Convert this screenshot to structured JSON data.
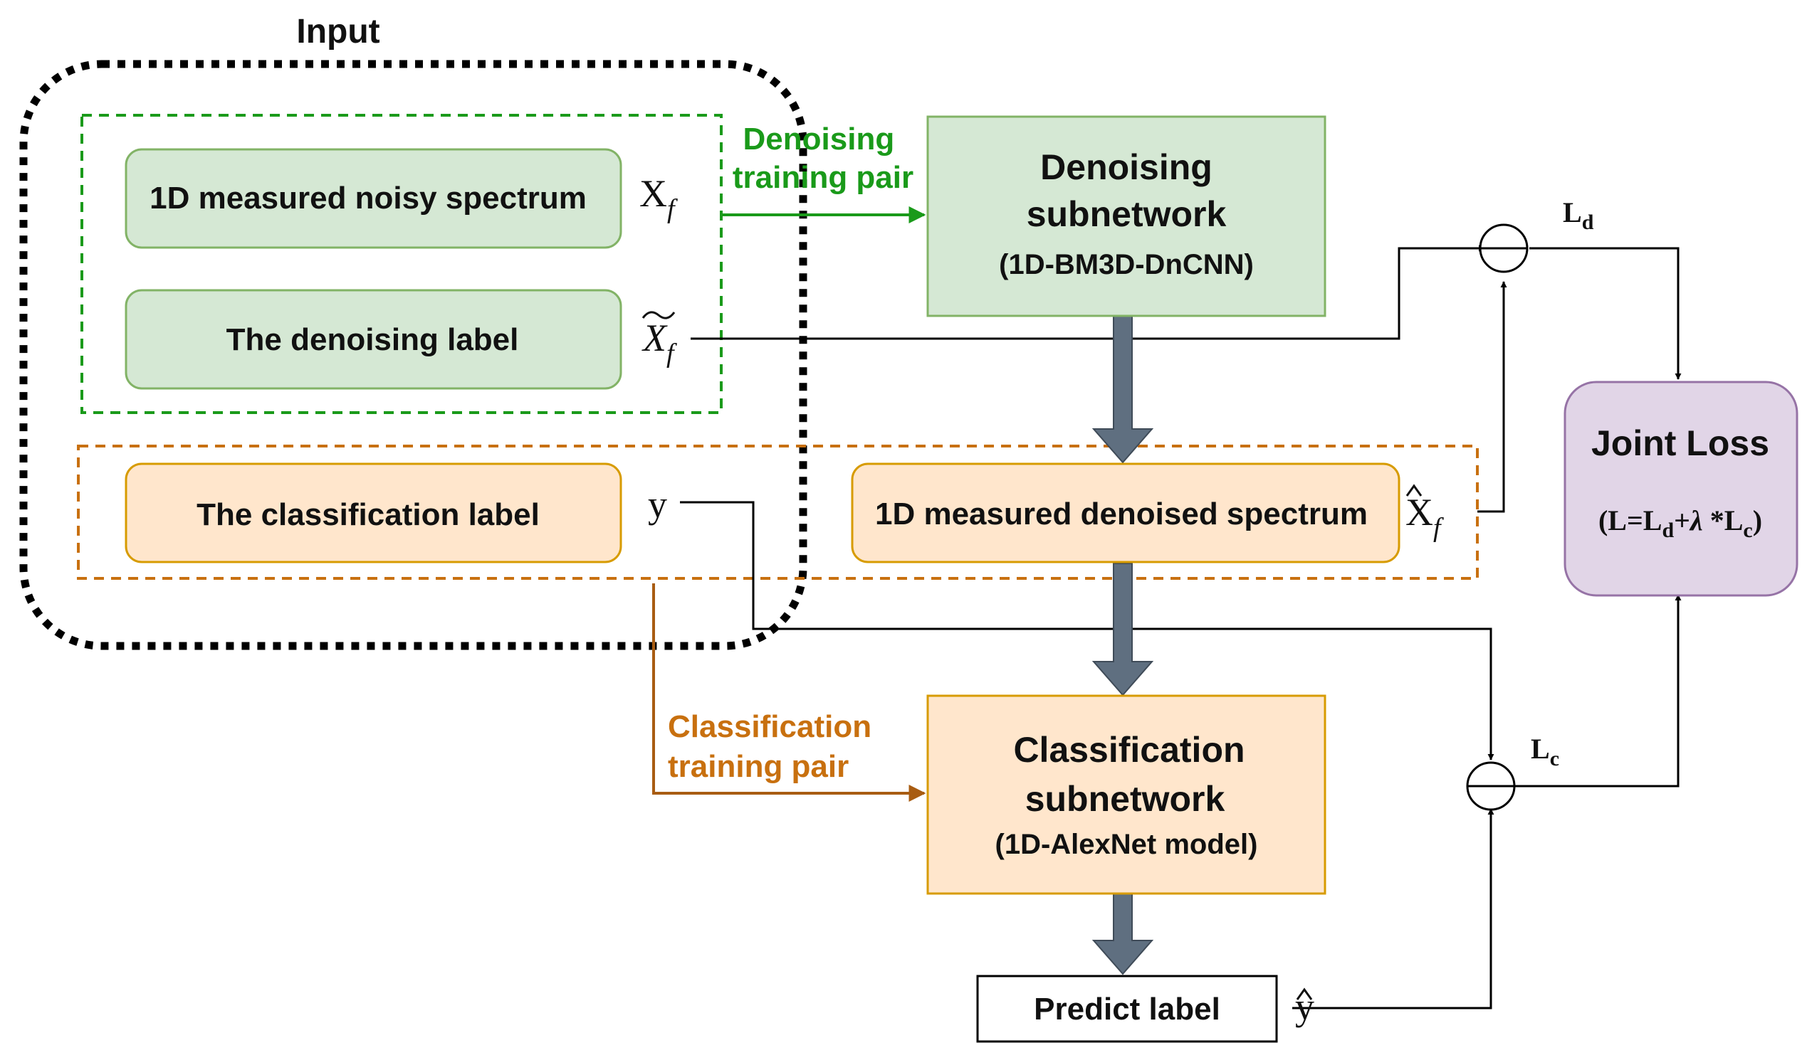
{
  "input_group": {
    "title": "Input"
  },
  "denoising_pair_label": [
    "Denoising",
    "training pair"
  ],
  "classification_pair_label": [
    "Classification",
    "training pair"
  ],
  "noisy_spectrum": {
    "label": "1D measured noisy spectrum",
    "symbol": "X",
    "subscript": "f"
  },
  "denoising_label": {
    "label": "The denoising label",
    "symbol": "X",
    "subscript": "f"
  },
  "classification_label": {
    "label": "The classification label",
    "symbol": "y"
  },
  "denoised_spectrum": {
    "label": "1D measured denoised spectrum",
    "symbol": "X",
    "subscript": "f"
  },
  "denoising_subnetwork": {
    "title_line1": "Denoising",
    "title_line2": "subnetwork",
    "model": "(1D-BM3D-DnCNN)"
  },
  "classification_subnetwork": {
    "title_line1": "Classification",
    "title_line2": "subnetwork",
    "model": "(1D-AlexNet model)"
  },
  "predict_label": {
    "label": "Predict label",
    "symbol": "y"
  },
  "loss_d": {
    "symbol": "L",
    "subscript": "d"
  },
  "loss_c": {
    "symbol": "L",
    "subscript": "c"
  },
  "joint_loss": {
    "title": "Joint Loss",
    "formula_open": "(L=L",
    "formula_sub_d": "d",
    "formula_plus": "+",
    "formula_lambda": "λ",
    "formula_times": " *L",
    "formula_sub_c": "c",
    "formula_close": ")"
  },
  "colors": {
    "green_fill": "#d5e8d4",
    "green_stroke": "#82b366",
    "green_text": "#1a9a1a",
    "orange_fill": "#ffe6cc",
    "orange_stroke": "#d79b00",
    "orange_text": "#c8700f",
    "purple_fill": "#e1d5e7",
    "purple_stroke": "#9673a6",
    "thick_arrow": "#5f6f80"
  }
}
